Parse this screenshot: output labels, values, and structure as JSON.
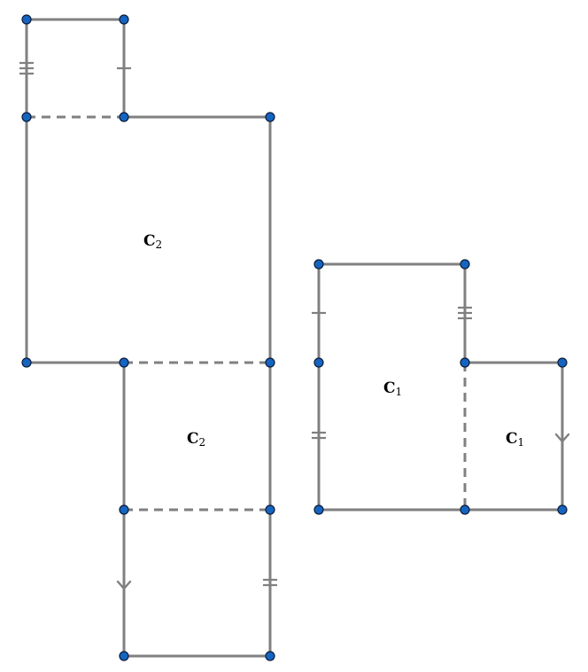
{
  "labels": {
    "c2_top": {
      "main": "C",
      "sub": "2"
    },
    "c2_bottom": {
      "main": "C",
      "sub": "2"
    },
    "c1_left": {
      "main": "C",
      "sub": "1"
    },
    "c1_right": {
      "main": "C",
      "sub": "1"
    }
  },
  "colors": {
    "edge": "#808080",
    "vertex_fill": "#1565c0",
    "vertex_stroke": "#0d1b3a",
    "label": "#000000"
  }
}
